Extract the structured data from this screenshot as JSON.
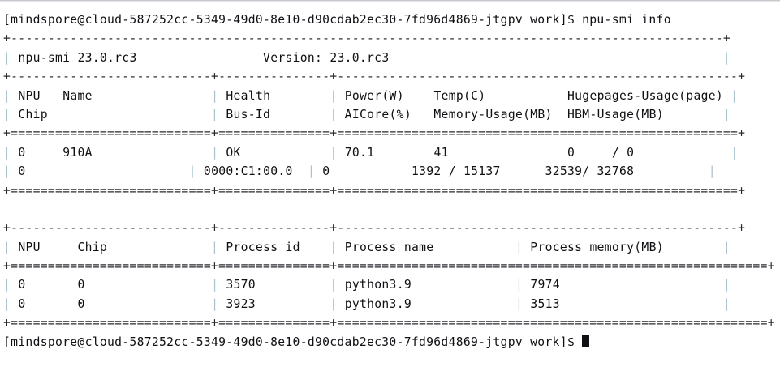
{
  "terminal": {
    "window_title": "npu-smi info",
    "shell_prompt": "[mindspore@cloud-587252cc-5349-49d0-8e10-d90cdab2ec30-7fd96d4869-jtgpv work]$",
    "command": "npu-smi info",
    "command_line": "[mindspore@cloud-587252cc-5349-49d0-8e10-d90cdab2ec30-7fd96d4869-jtgpv work]$ npu-smi info",
    "final_prompt_line": "[mindspore@cloud-587252cc-5349-49d0-8e10-d90cdab2ec30-7fd96d4869-jtgpv work]$",
    "cursor": "block",
    "foreground_color": "#101014",
    "background_color": "#ffffff",
    "border_color": "#a9c3cf",
    "user": "mindspore",
    "host": "cloud-587252cc-5349-49d0-8e10-d90cdab2ec30-7fd96d4869-jtgpv",
    "cwd": "work"
  },
  "version_banner": {
    "tool": "npu-smi 23.0.rc3",
    "version_label": "Version: 23.0.rc3"
  },
  "device_table": {
    "headers_row1": [
      "NPU",
      "Name",
      "Health",
      "Power(W)",
      "Temp(C)",
      "Hugepages-Usage(page)"
    ],
    "headers_row2": [
      "Chip",
      "",
      "Bus-Id",
      "AICore(%)",
      "Memory-Usage(MB)",
      "HBM-Usage(MB)"
    ],
    "rows": [
      {
        "npu": "0",
        "name": "910A",
        "health": "OK",
        "power": "70.1",
        "temp": "41",
        "hugepages_usage": "0     / 0",
        "chip": "0",
        "bus_id": "0000:C1:00.0",
        "aicore": "0",
        "memory_usage": "1392 / 15137",
        "hbm_usage": "32539/ 32768"
      }
    ]
  },
  "process_table": {
    "headers": [
      "NPU",
      "Chip",
      "Process id",
      "Process name",
      "Process memory(MB)"
    ],
    "rows": [
      {
        "npu": "0",
        "chip": "0",
        "process_id": "3570",
        "process_name": "python3.9",
        "process_memory": "7974"
      },
      {
        "npu": "0",
        "chip": "0",
        "process_id": "3923",
        "process_name": "python3.9",
        "process_memory": "3513"
      }
    ]
  },
  "raw_lines": {
    "l00": "[mindspore@cloud-587252cc-5349-49d0-8e10-d90cdab2ec30-7fd96d4869-jtgpv work]$ npu-smi info",
    "l01": "+------------------------------------------------------------------------------------------------+",
    "l02": "| npu-smi 23.0.rc3                 Version: 23.0.rc3                                              |",
    "l03": "+---------------------------+---------------+------------------------------------------------------+",
    "l04": "| NPU   Name                | Health        | Power(W)    Temp(C)           Hugepages-Usage(page) |",
    "l05": "| Chip                      | Bus-Id        | AICore(%)   Memory-Usage(MB)  HBM-Usage(MB)        |",
    "l06": "+===========================+===============+======================================================+",
    "l07": "| 0     910A                | OK            | 70.1        41                0     / 0             |",
    "l08": "| 0                         | 0000:C1:00.0  | 0           1392 / 15137      32539/ 32768          |",
    "l09": "+===========================+===============+======================================================+",
    "l10": "",
    "l11": "+---------------------------+---------------+------------------------------------------------------+",
    "l12": "| NPU     Chip              | Process id    | Process name           | Process memory(MB)        |",
    "l13": "+===========================+===============+==========================================================+",
    "l14": "| 0       0                 | 3570          | python3.9              | 7974                      |",
    "l15": "| 0       0                 | 3923          | python3.9              | 3513                      |",
    "l16": "+===========================+===============+==========================================================+",
    "l17": "[mindspore@cloud-587252cc-5349-49d0-8e10-d90cdab2ec30-7fd96d4869-jtgpv work]$"
  }
}
